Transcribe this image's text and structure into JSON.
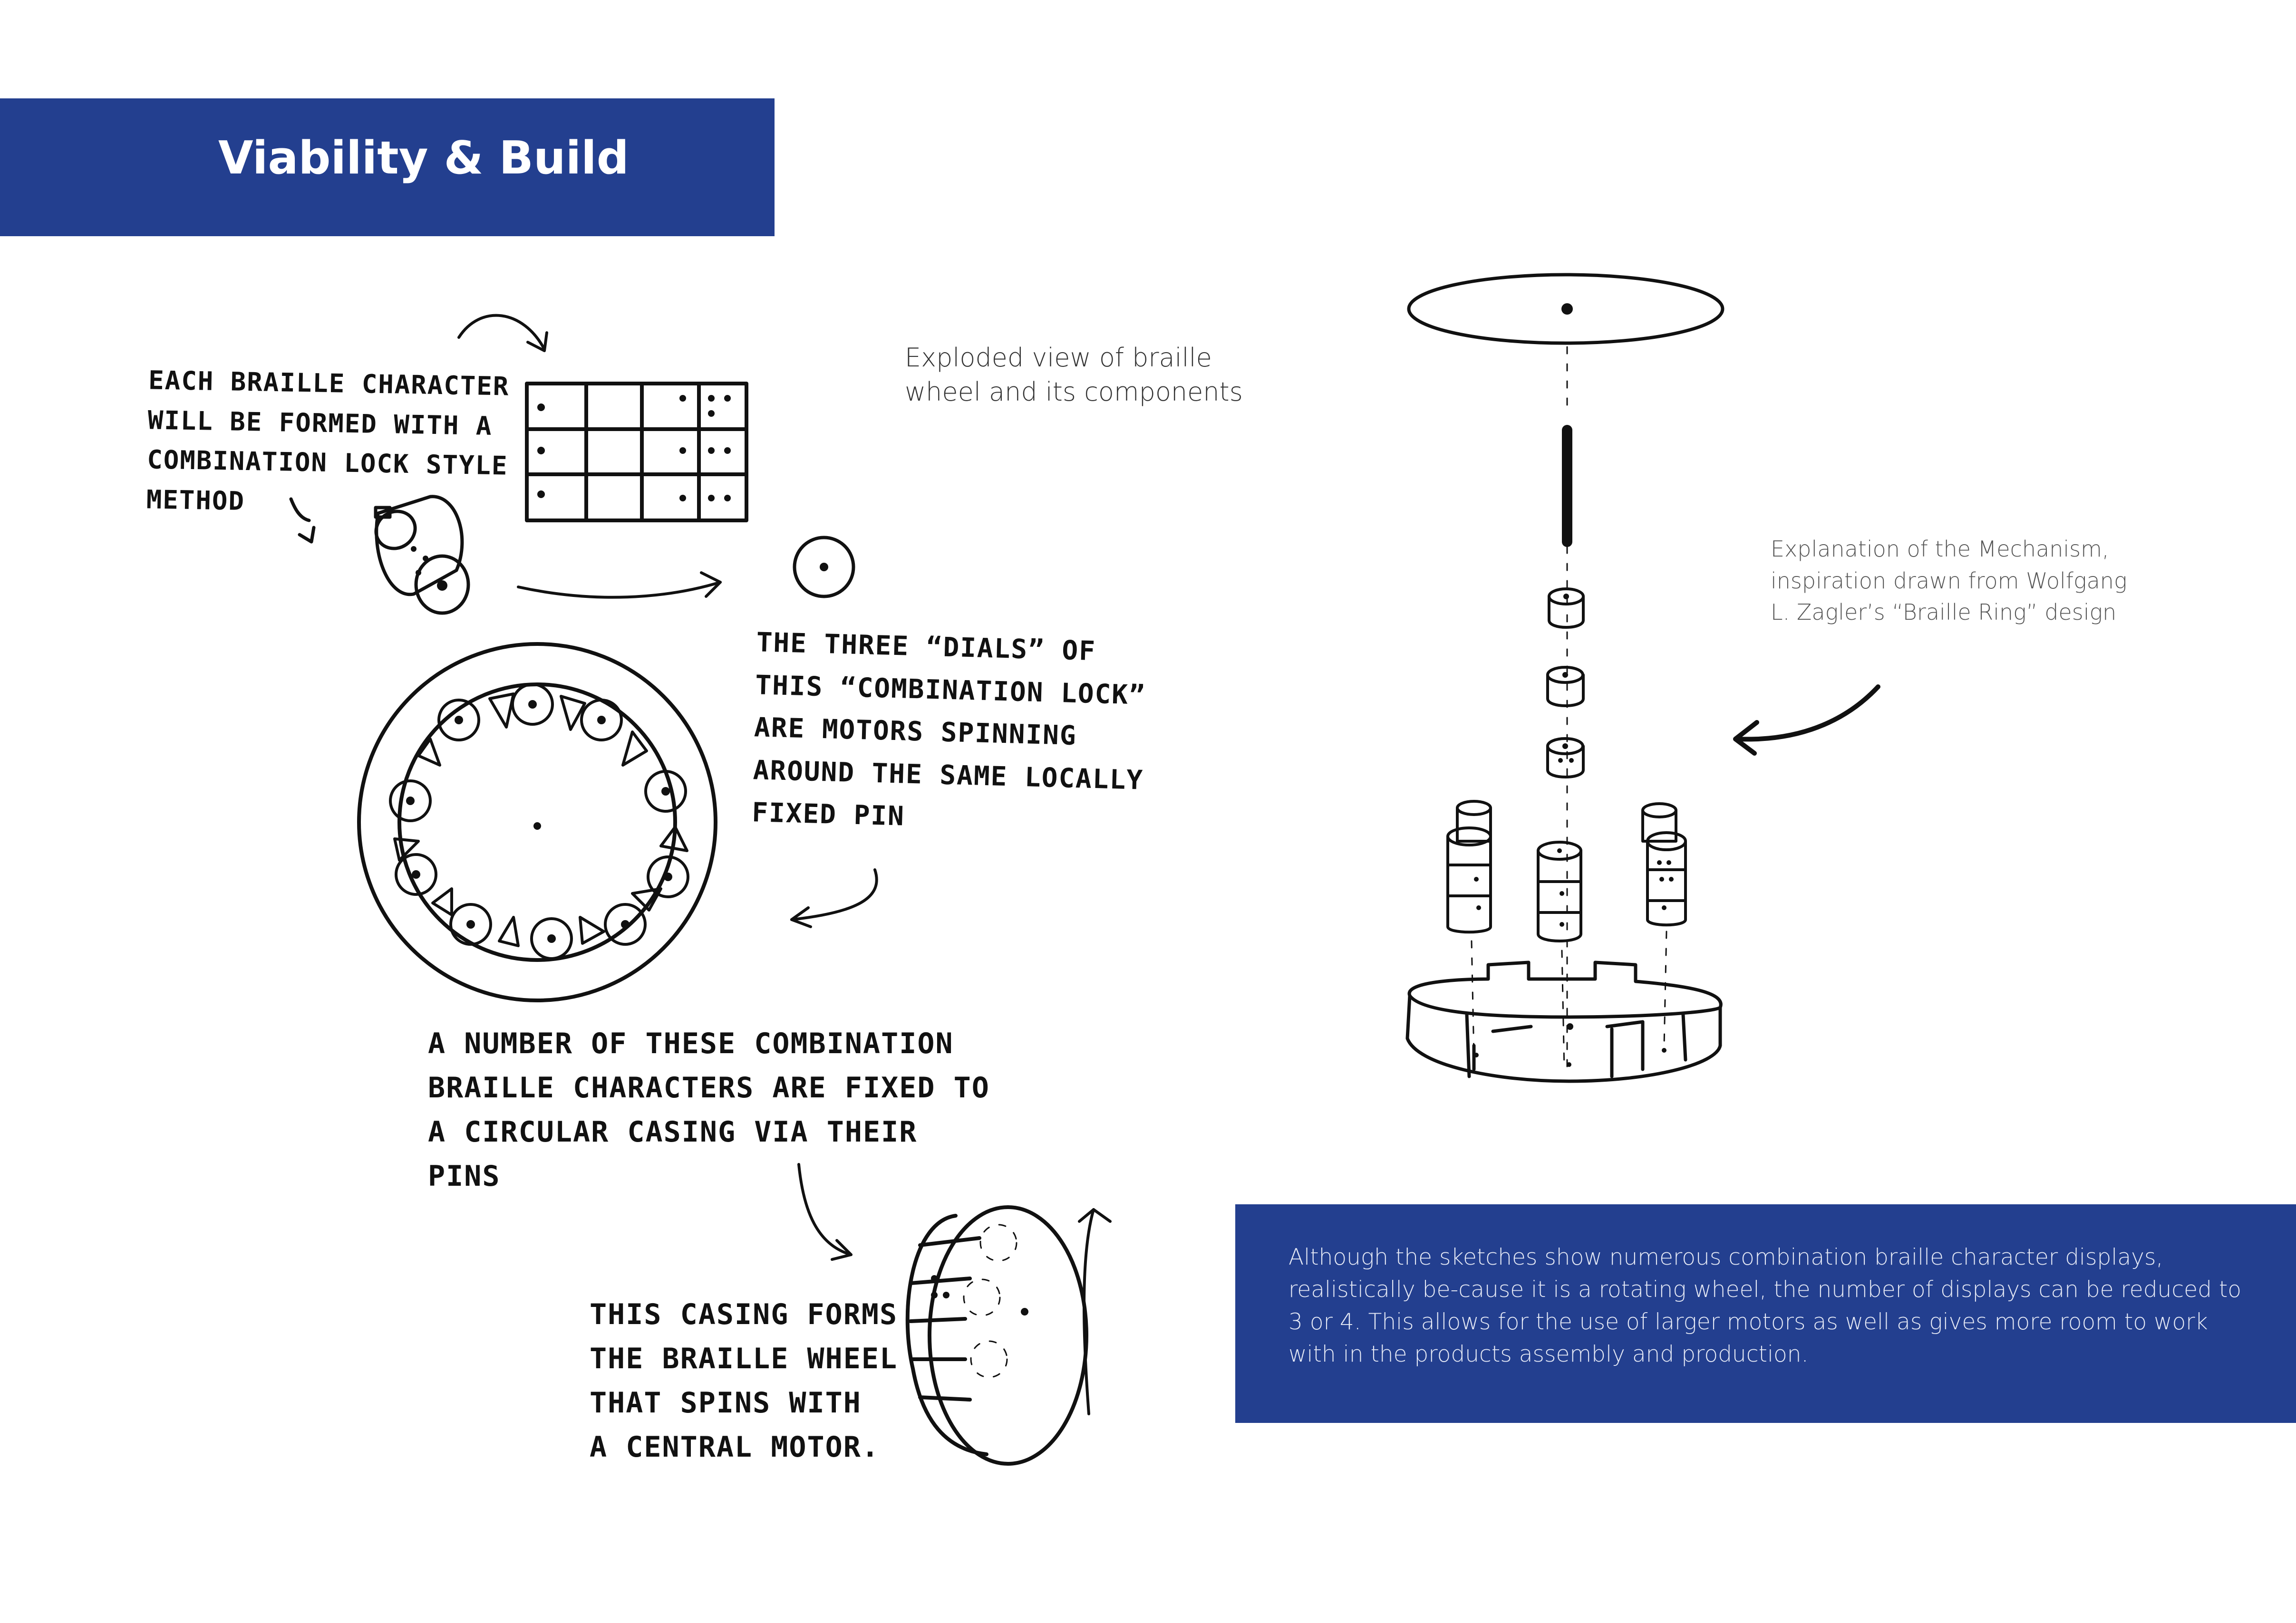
{
  "page": {
    "title": "Viability & Build",
    "accent_color": "#233f8f"
  },
  "captions": {
    "exploded_view": [
      "Exploded view of braille",
      "wheel and its components"
    ],
    "mechanism": [
      "Explanation of the Mechanism,",
      "inspiration drawn from Wolfgang",
      "L. Zagler’s “Braille Ring” design"
    ]
  },
  "handwritten_notes": {
    "note_1": "Each braille character\n will be formed with a\nCombination lock style\nMethod",
    "note_2": "The three “dials” of\nthis “combination lock”\nare motors spinning\naround the same locally\nfixed pin",
    "note_3": "A number of these combination\nbraille characters are fixed to\na circular casing via their\npins",
    "note_4": "This casing forms\nthe braille wheel\nthat spins with\na central motor."
  },
  "summary_box": {
    "text": "Although the sketches show numerous combination braille character displays, realistically be-cause it is a rotating wheel, the number of displays can be reduced to 3 or 4. This allows for the use of larger motors as well as gives more room to work with in the products assembly and production."
  }
}
